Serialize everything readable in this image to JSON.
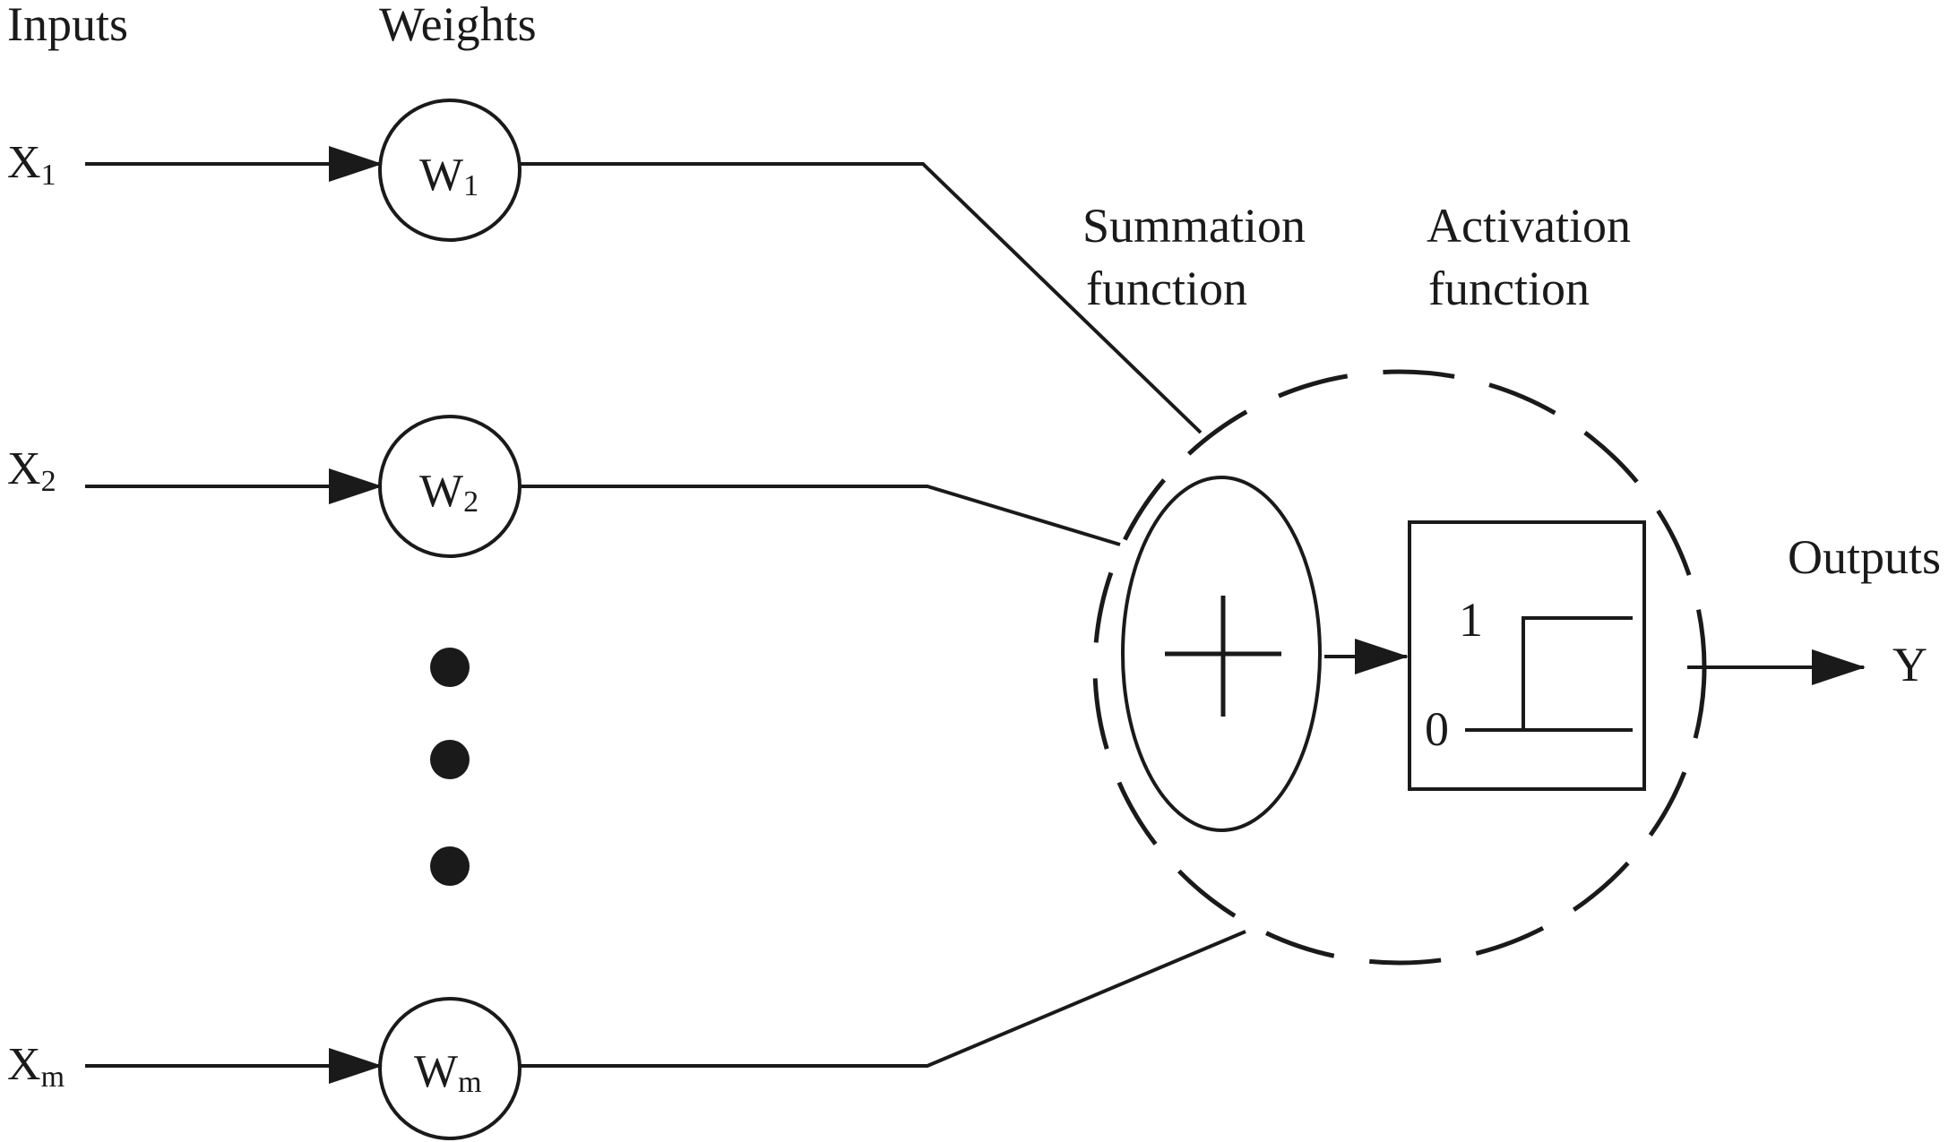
{
  "headers": {
    "inputs": "Inputs",
    "weights": "Weights"
  },
  "inputs": [
    {
      "main": "X",
      "sub": "1"
    },
    {
      "main": "X",
      "sub": "2"
    },
    {
      "main": "X",
      "sub": "m"
    }
  ],
  "weights": [
    {
      "main": "W",
      "sub": "1"
    },
    {
      "main": "W",
      "sub": "2"
    },
    {
      "main": "W",
      "sub": "m"
    }
  ],
  "summation": {
    "line1": "Summation",
    "line2": "function",
    "symbol": "plus"
  },
  "activation": {
    "line1": "Activation",
    "line2": "function",
    "high_label": "1",
    "low_label": "0",
    "shape": "step"
  },
  "output": {
    "label": "Outputs",
    "symbol": "Y"
  },
  "colors": {
    "ink": "#1a1a1a",
    "background": "#ffffff"
  }
}
